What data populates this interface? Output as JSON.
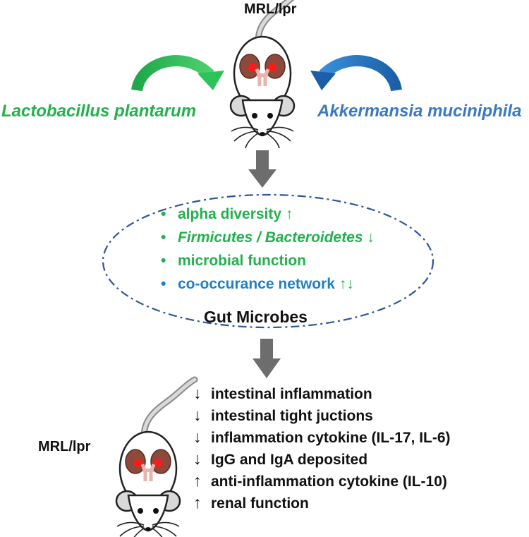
{
  "top_mouse_label": "MRL/lpr",
  "left_bacterium": "Lactobacillus plantarum",
  "right_bacterium": "Akkermansia muciniphila",
  "colors": {
    "green": "#22b14c",
    "blue": "#3a78c3",
    "deep_blue": "#1f7fc4",
    "arrow_gray": "#6d6d6d",
    "dash": "#2f5597"
  },
  "gut": {
    "items": [
      {
        "bullet": "•",
        "parts": [
          {
            "text": "alpha diversity",
            "style": "normal"
          },
          {
            "text": " ↑",
            "style": "normal"
          }
        ],
        "color": "#22b14c"
      },
      {
        "bullet": "•",
        "parts": [
          {
            "text": "Firmicutes / Bacteroidetes",
            "style": "italic"
          },
          {
            "text": " ↓",
            "style": "normal"
          }
        ],
        "color": "#22b14c"
      },
      {
        "bullet": "•",
        "parts": [
          {
            "text": "microbial function",
            "style": "normal"
          }
        ],
        "color": "#22b14c"
      },
      {
        "bullet": "•",
        "parts": [
          {
            "text": "co-occurance network",
            "style": "normal"
          },
          {
            "text": " ↑↓",
            "style": "normal",
            "color": "#22b14c"
          }
        ],
        "color": "#1f7fc4"
      }
    ],
    "title": "Gut Microbes"
  },
  "bottom_mouse_label": "MRL/lpr",
  "outcomes": [
    {
      "arrow": "↓",
      "text": "intestinal inflammation"
    },
    {
      "arrow": "↓",
      "text": "intestinal tight juctions"
    },
    {
      "arrow": "↓",
      "text": "inflammation cytokine (IL-17, IL-6)"
    },
    {
      "arrow": "↓",
      "text": "IgG and IgA deposited"
    },
    {
      "arrow": "↑",
      "text": "anti-inflammation cytokine (IL-10)"
    },
    {
      "arrow": "↑",
      "text": "renal function"
    }
  ]
}
